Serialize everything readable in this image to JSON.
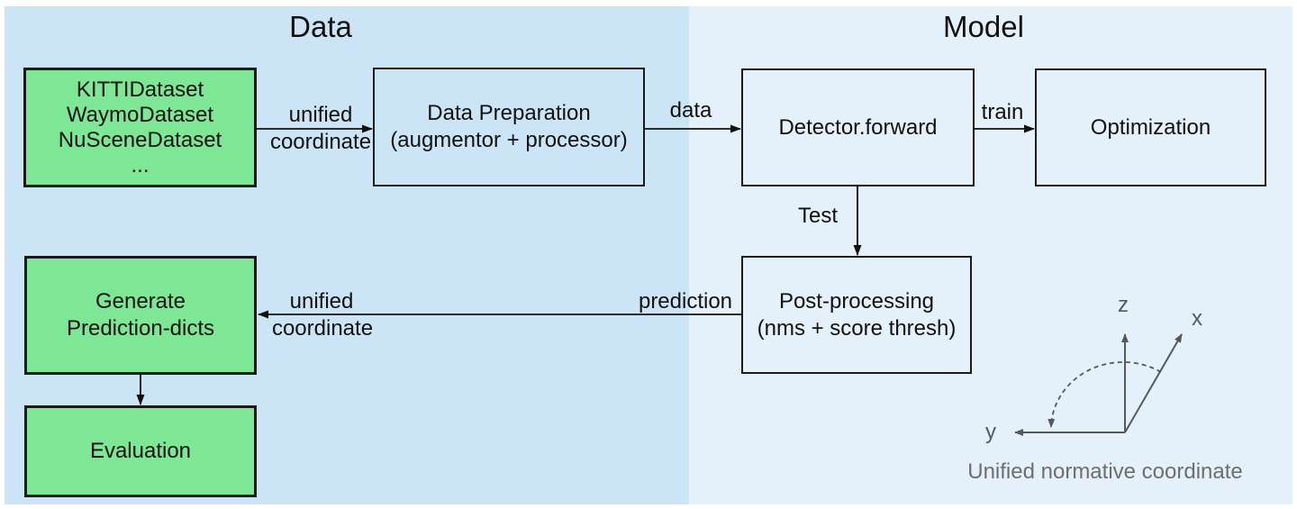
{
  "sections": {
    "data": {
      "title": "Data"
    },
    "model": {
      "title": "Model"
    }
  },
  "boxes": {
    "datasets": {
      "lines": [
        "KITTIDataset",
        "WaymoDataset",
        "NuSceneDataset",
        "..."
      ]
    },
    "data_preparation": {
      "lines": [
        "Data Preparation",
        "(augmentor + processor)"
      ]
    },
    "detector": {
      "label": "Detector.forward"
    },
    "optimization": {
      "label": "Optimization"
    },
    "post_processing": {
      "lines": [
        "Post-processing",
        "(nms + score thresh)"
      ]
    },
    "generate_prediction_dicts": {
      "lines": [
        "Generate",
        "Prediction-dicts"
      ]
    },
    "evaluation": {
      "label": "Evaluation"
    }
  },
  "edges": {
    "datasets_to_preparation": {
      "label_top": "unified",
      "label_bottom": "coordinate"
    },
    "preparation_to_detector": {
      "label": "data"
    },
    "detector_to_optimization": {
      "label": "train"
    },
    "detector_to_postprocessing": {
      "label": "Test"
    },
    "postprocessing_to_generate": {
      "label_right": "prediction",
      "label_top": "unified",
      "label_bottom": "coordinate"
    }
  },
  "axes": {
    "z_label": "z",
    "x_label": "x",
    "y_label": "y",
    "caption": "Unified normative coordinate"
  },
  "colors": {
    "data_bg": "#cce5f6",
    "model_bg": "#e4f1fb",
    "green_fill": "#7de796",
    "box_border": "#1a1a1a",
    "arrow_color": "#111111",
    "axes_color": "#55595c",
    "caption_color": "#6e6e6e",
    "text_color": "#111111",
    "page_bg": "#ffffff"
  }
}
